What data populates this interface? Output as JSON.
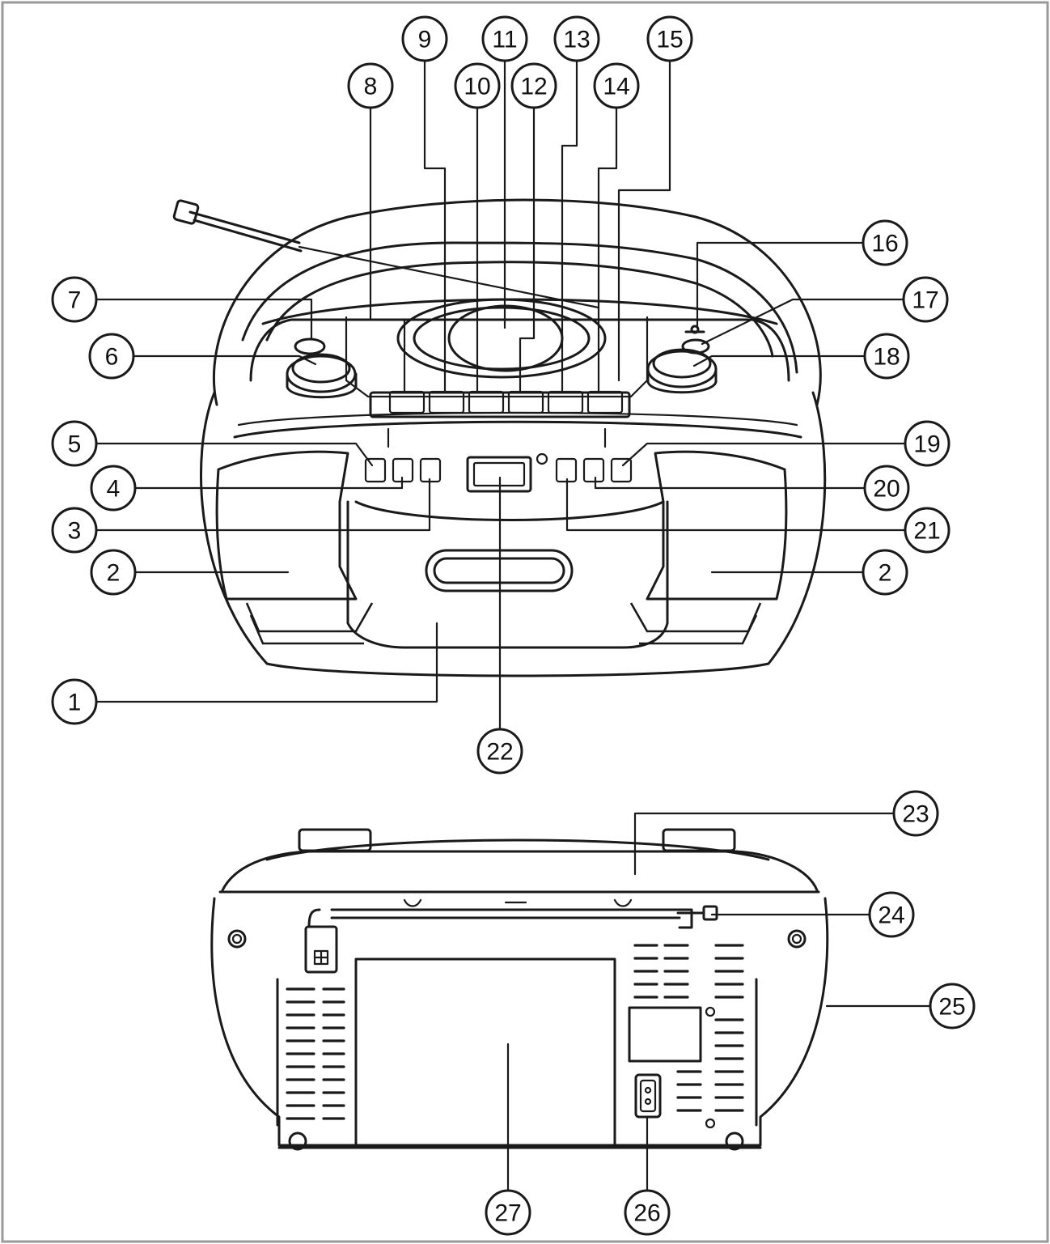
{
  "colors": {
    "line": "#1a1a1a",
    "background": "#ffffff",
    "border": "#9a9a9a"
  },
  "callouts": {
    "c1": "1",
    "c2a": "2",
    "c2b": "2",
    "c3": "3",
    "c4": "4",
    "c5": "5",
    "c6": "6",
    "c7": "7",
    "c8": "8",
    "c9": "9",
    "c10": "10",
    "c11": "11",
    "c12": "12",
    "c13": "13",
    "c14": "14",
    "c15": "15",
    "c16": "16",
    "c17": "17",
    "c18": "18",
    "c19": "19",
    "c20": "20",
    "c21": "21",
    "c22": "22",
    "c23": "23",
    "c24": "24",
    "c25": "25",
    "c26": "26",
    "c27": "27"
  }
}
